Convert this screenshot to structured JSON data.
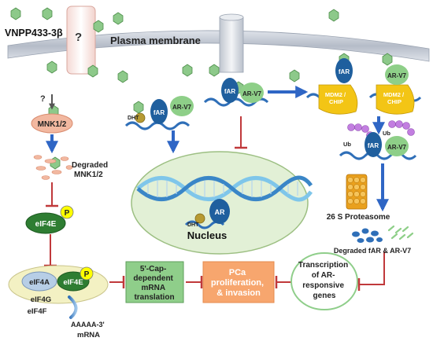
{
  "drug_label": "VNPP433-3β",
  "unknown_receptor_label": "?",
  "membrane_label": "Plasma membrane",
  "unknown_pathway_label": "?",
  "mnk_label": "MNK1/2",
  "degraded_mnk_label": [
    "Degraded",
    "MNK1/2"
  ],
  "eif4e_label": "eIF4E",
  "phospho_label": "P",
  "eif4f_complex": {
    "eif4a": "eIF4A",
    "eif4e": "eIF4E",
    "eif4g": "eIF4G",
    "eif4f": "eIF4F",
    "mrna_tail": "AAAAA-3'",
    "mrna": "mRNA"
  },
  "cap_translation_lines": [
    "5'-Cap-",
    "dependent",
    "mRNA",
    "translation"
  ],
  "pca_lines": [
    "PCa",
    "proliferation,",
    "& invasion"
  ],
  "transcription_lines": [
    "Transcription",
    "of AR-",
    "responsive",
    "genes"
  ],
  "far_label": "fAR",
  "arv7_label": "AR-V7",
  "dht_label": "DHT",
  "nucleus_label": "Nucleus",
  "ar_label": "AR",
  "mdm2_label": [
    "MDM2 /",
    "CHIP"
  ],
  "ub_label": "Ub",
  "proteasome_label": "26 S Proteasome",
  "degraded_ar_label": "Degraded fAR & AR-V7",
  "colors": {
    "drug_hex": "#8dc98a",
    "far": "#1f5f9e",
    "arv7": "#8ecf88",
    "mnk": "#f2b8a0",
    "eif4e": "#2e7d32",
    "phospho": "#ffff00",
    "cap_box": "#8fce8a",
    "pca_box": "#f7a66e",
    "mdm2": "#f3c515",
    "inhibit": "#c0393b",
    "activate": "#2f66c5",
    "ub": "#c27ee0"
  }
}
